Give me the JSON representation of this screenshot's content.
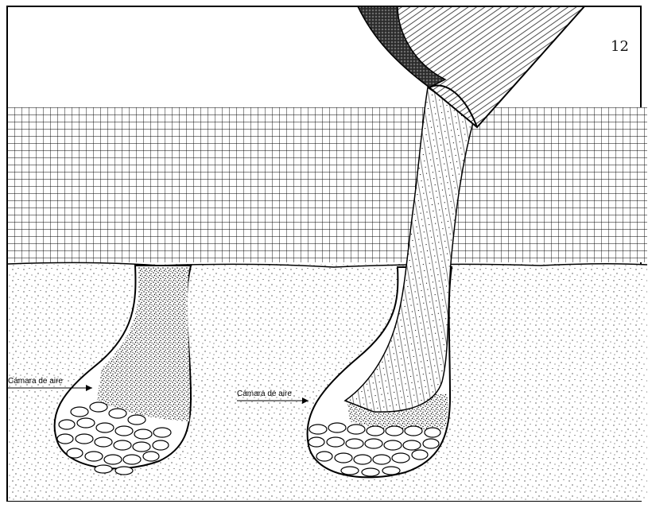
{
  "page_number_mark": "12",
  "labels": {
    "left_air_chamber": "Cámara de aire",
    "right_air_chamber": "Cámara de aire"
  }
}
